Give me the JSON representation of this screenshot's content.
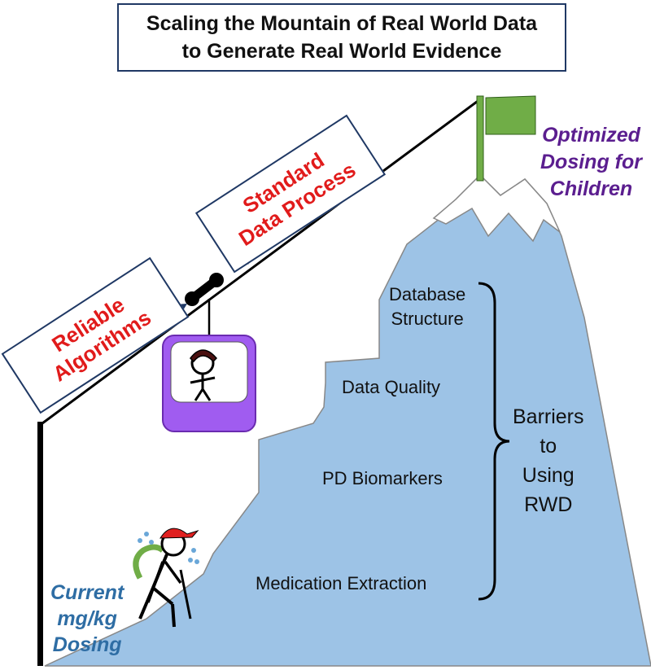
{
  "title": {
    "line1": "Scaling the Mountain of Real World Data",
    "line2": "to Generate Real World Evidence"
  },
  "goal": {
    "line1": "Optimized",
    "line2": "Dosing for",
    "line3": "Children"
  },
  "current": {
    "line1": "Current",
    "line2": "mg/kg",
    "line3": "Dosing"
  },
  "signs": {
    "lower": {
      "line1": "Reliable",
      "line2": "Algorithms"
    },
    "upper": {
      "line1": "Standard",
      "line2": "Data Process"
    }
  },
  "barriers": {
    "item1_line1": "Database",
    "item1_line2": "Structure",
    "item2": "Data Quality",
    "item3": "PD Biomarkers",
    "item4": "Medication Extraction"
  },
  "bracket_label": {
    "line1": "Barriers",
    "line2": "to",
    "line3": "Using",
    "line4": "RWD"
  },
  "colors": {
    "mountain": "#9dc3e6",
    "snow": "#ffffff",
    "flag": "#70ad47",
    "gondola": "#a05cf0",
    "sign_text": "#e11b1b",
    "box_border": "#1f3864",
    "goal_text": "#5b1e8f",
    "current_text": "#2e6da4",
    "climber_hat": "#e02020"
  }
}
